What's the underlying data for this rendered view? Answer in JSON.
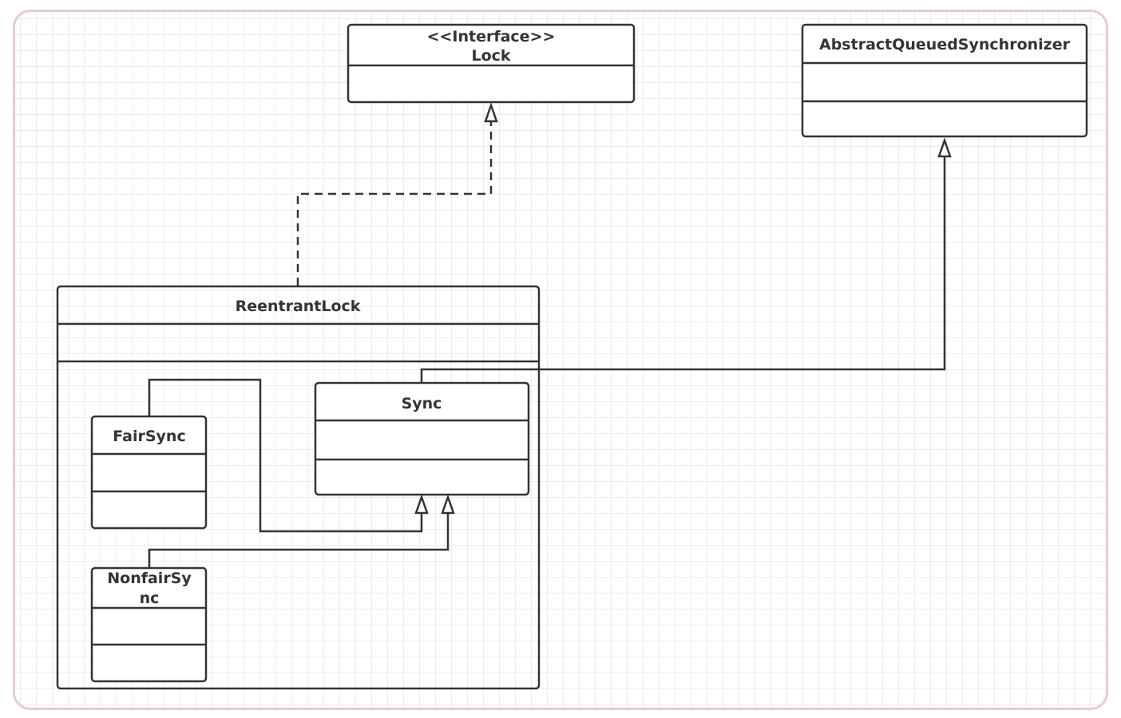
{
  "diagram": {
    "classes": {
      "lock": {
        "stereotype": "<<Interface>>",
        "name": "Lock"
      },
      "aqs": {
        "name": "AbstractQueuedSynchronizer"
      },
      "reentrant_lock": {
        "name": "ReentrantLock"
      },
      "sync": {
        "name": "Sync"
      },
      "fair_sync": {
        "name": "FairSync"
      },
      "nonfair_sync": {
        "name_line1": "NonfairSy",
        "name_line2": "nc"
      }
    },
    "relations": [
      {
        "from": "ReentrantLock",
        "to": "Lock",
        "type": "realization"
      },
      {
        "from": "Sync",
        "to": "AbstractQueuedSynchronizer",
        "type": "generalization"
      },
      {
        "from": "FairSync",
        "to": "Sync",
        "type": "generalization"
      },
      {
        "from": "NonfairSync",
        "to": "Sync",
        "type": "generalization"
      }
    ],
    "colors": {
      "stroke": "#333333",
      "frame": "#e6cdc8",
      "grid": "#ececec"
    }
  }
}
